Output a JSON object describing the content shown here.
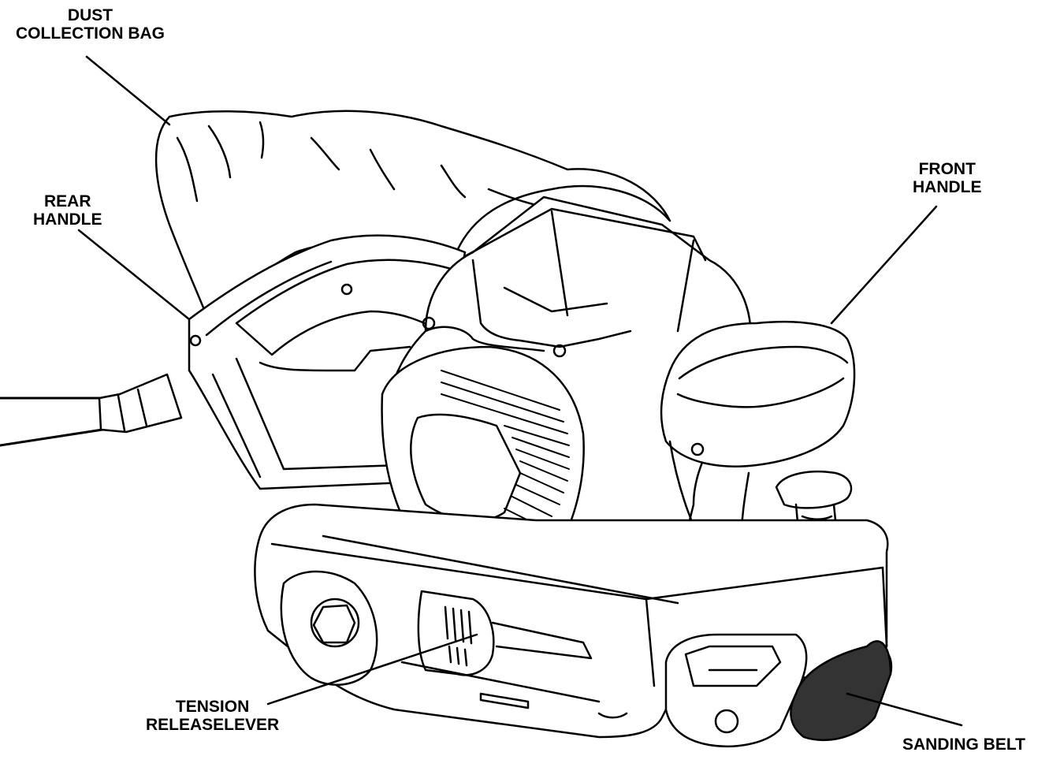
{
  "colors": {
    "ink": "#000000",
    "paper": "#ffffff",
    "belt_grit": "#333333"
  },
  "labels": {
    "dust_bag": [
      "DUST",
      "COLLECTION BAG"
    ],
    "rear_handle": [
      "REAR",
      "HANDLE"
    ],
    "front_handle": [
      "FRONT",
      "HANDLE"
    ],
    "tension_lever": [
      "TENSION",
      "RELEASELEVER"
    ],
    "sanding_belt": [
      "SANDING BELT"
    ]
  }
}
